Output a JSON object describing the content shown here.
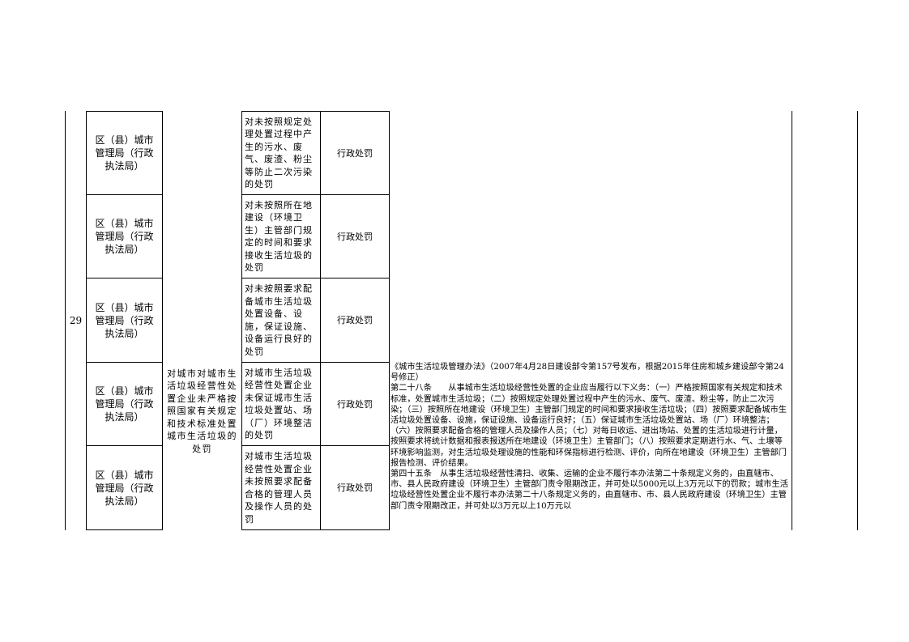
{
  "row_number": "29",
  "category_name": "对城市对城市生活垃圾经营性处置企业未严格按照国家有关规定和技术标准处置城市生活垃圾的处罚",
  "rows": [
    {
      "agency": "区（县）城市管理局（行政执法局）",
      "item": "对未按照规定处理处置过程中产生的污水、废气、废渣、粉尘等防止二次污染的处罚",
      "type": "行政处罚"
    },
    {
      "agency": "区（县）城市管理局（行政执法局）",
      "item": "对未按照所在地建设（环境卫生）主管部门规定的时间和要求接收生活垃圾的处罚",
      "type": "行政处罚"
    },
    {
      "agency": "区（县）城市管理局（行政执法局）",
      "item": "对未按照要求配备城市生活垃圾处置设备、设施，保证设施、设备运行良好的处罚",
      "type": "行政处罚"
    },
    {
      "agency": "区（县）城市管理局（行政执法局）",
      "item": "对城市生活垃圾经营性处置企业未保证城市生活垃圾处置站、场（厂）环境整洁的处罚",
      "type": "行政处罚"
    },
    {
      "agency": "区（县）城市管理局（行政执法局）",
      "item": "对城市生活垃圾经营性处置企业未按照要求配备合格的管理人员及操作人员的处罚",
      "type": "行政处罚"
    }
  ],
  "legal_basis": [
    "《城市生活垃圾管理办法》（2007年4月28日建设部令第157号发布，根据2015年住房和城乡建设部令第24号修正）",
    "第二十八条　　从事城市生活垃圾经营性处置的企业应当履行以下义务：（一）严格按照国家有关规定和技术标准，处置城市生活垃圾；（二）按照规定处理处置过程中产生的污水、废气、废渣、粉尘等，防止二次污染；（三）按照所在地建设（环境卫生）主管部门规定的时间和要求接收生活垃圾；（四）按照要求配备城市生活垃圾处置设备、设施，保证设施、设备运行良好；（五）保证城市生活垃圾处置站、场（厂）环境整洁；（六）按照要求配备合格的管理人员及操作人员；（七）对每日收运、进出场站、处置的生活垃圾进行计量，按照要求将统计数据和报表报送所在地建设（环境卫生）主管部门；（八）按照要求定期进行水、气、土壤等环境影响监测，对生活垃圾处理设施的性能和环保指标进行检测、评价，向所在地建设（环境卫生）主管部门报告检测、评价结果。",
    "第四十五条　从事生活垃圾经营性清扫、收集、运输的企业不履行本办法第二十条规定义务的，由直辖市、市、县人民政府建设（环境卫生）主管部门责令限期改正，并可处以5000元以上3万元以下的罚款；城市生活垃圾经营性处置企业不履行本办法第二十八条规定义务的，由直辖市、市、县人民政府建设（环境卫生）主管部门责令限期改正，并可处以3万元以上10万元以"
  ]
}
